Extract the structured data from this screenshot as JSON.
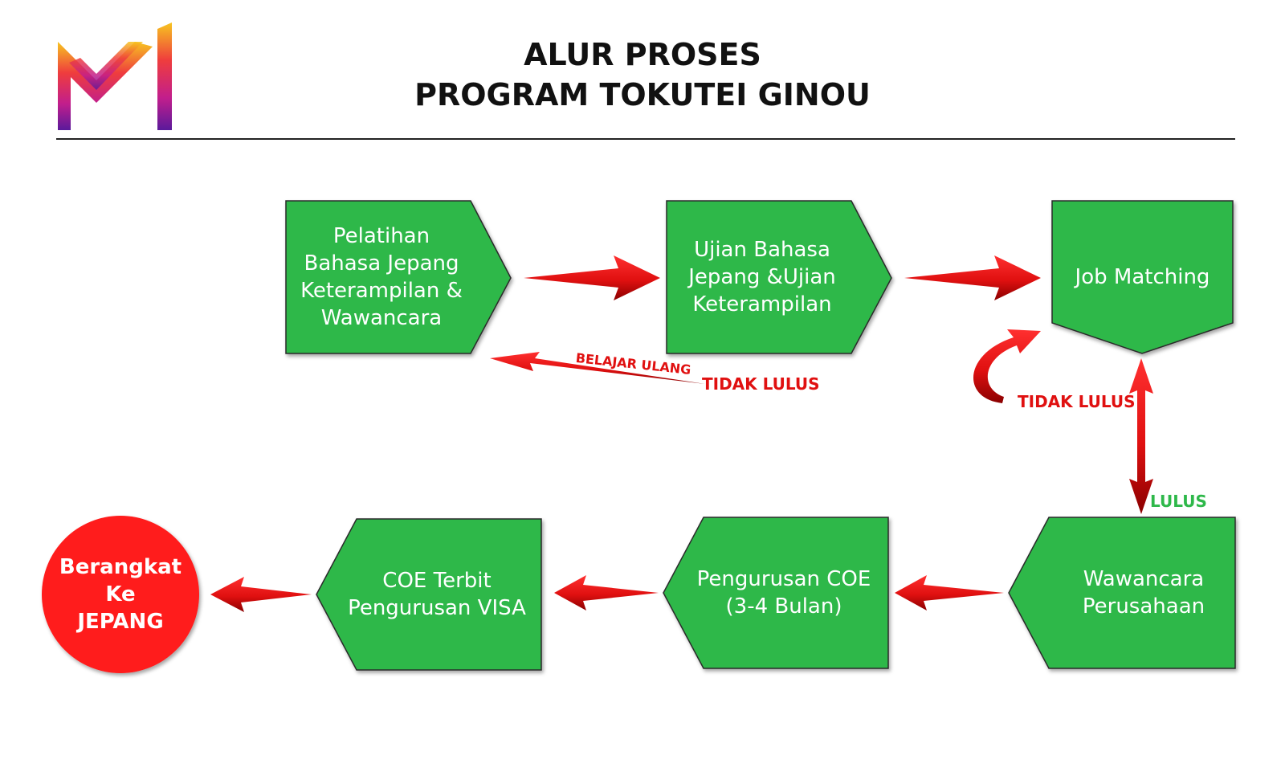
{
  "header": {
    "title_line1": "ALUR PROSES",
    "title_line2": "PROGRAM TOKUTEI GINOU"
  },
  "logo": {
    "icon": "m-logo-icon",
    "gradient": [
      "#f7c520",
      "#ef3d3d",
      "#c21e8c",
      "#5a1a9b"
    ]
  },
  "steps": [
    {
      "id": "pelatihan",
      "label": "Pelatihan\nBahasa Jepang\nKeterampilan &\nWawancara"
    },
    {
      "id": "ujian",
      "label": "Ujian Bahasa\nJepang &Ujian\nKeterampilan"
    },
    {
      "id": "job-matching",
      "label": "Job Matching"
    },
    {
      "id": "wawancara",
      "label": "Wawancara\nPerusahaan"
    },
    {
      "id": "pengurusan-coe",
      "label": "Pengurusan COE\n(3-4 Bulan)"
    },
    {
      "id": "coe-terbit",
      "label": "COE Terbit\nPengurusan VISA"
    }
  ],
  "end": {
    "label": "Berangkat Ke\nJEPANG"
  },
  "annotations": {
    "belajar_ulang": "BELAJAR ULANG",
    "tidak_lulus_1": "TIDAK LULUS",
    "tidak_lulus_2": "TIDAK LULUS",
    "lulus": "LULUS"
  },
  "colors": {
    "box_fill": "#2eb84a",
    "box_stroke": "#2a2a2a",
    "arrow_red": "#e01010",
    "arrow_dark": "#8a0000",
    "end_circle": "#ff1a1a",
    "text_white": "#ffffff"
  }
}
